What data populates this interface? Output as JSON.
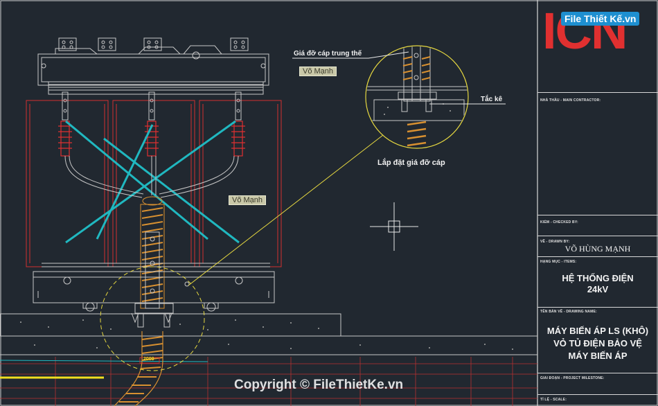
{
  "labels": {
    "cable_support_mv": "Giá đỡ cáp trung thế",
    "tag_top": "Võ Mạnh",
    "tag_mid": "Võ Mạnh",
    "anchor": "Tắc kê",
    "install_caption": "Lắp đặt giá đỡ cáp",
    "dim_text": "2000"
  },
  "title_block": {
    "contractor_caption": "NHÀ THẦU - MAIN CONTRACTOR:",
    "checked_caption": "KIỂM - CHECKED BY:",
    "drawn_caption": "VẼ - DRAWN BY:",
    "drawn_name": "VÕ HÙNG MẠNH",
    "item_caption": "HẠNG MỤC - ITEMS:",
    "item_line1": "HỆ THỐNG ĐIỆN",
    "item_line2": "24kV",
    "drawing_caption": "TÊN BẢN VẼ - DRAWING NAME:",
    "drawing_line1": "MÁY BIẾN ÁP LS (KHÔ)",
    "drawing_line2": "VỎ TỦ ĐIỆN BẢO VỆ",
    "drawing_line3": "MÁY BIẾN ÁP",
    "milestone_caption": "GIAI ĐOẠN - PROJECT MILESTONE:",
    "scale_caption": "TỈ LỆ - SCALE:"
  },
  "logo": {
    "big_text": "ICN",
    "watermark": "File Thiết Kế.vn"
  },
  "copyright": "Copyright © FileThietKe.vn",
  "colors": {
    "background": "#212830",
    "red": "#e03030",
    "cyan": "#20b8c0",
    "yellow": "#f0e020",
    "orange": "#d89030",
    "gray": "#b8b8b8"
  }
}
